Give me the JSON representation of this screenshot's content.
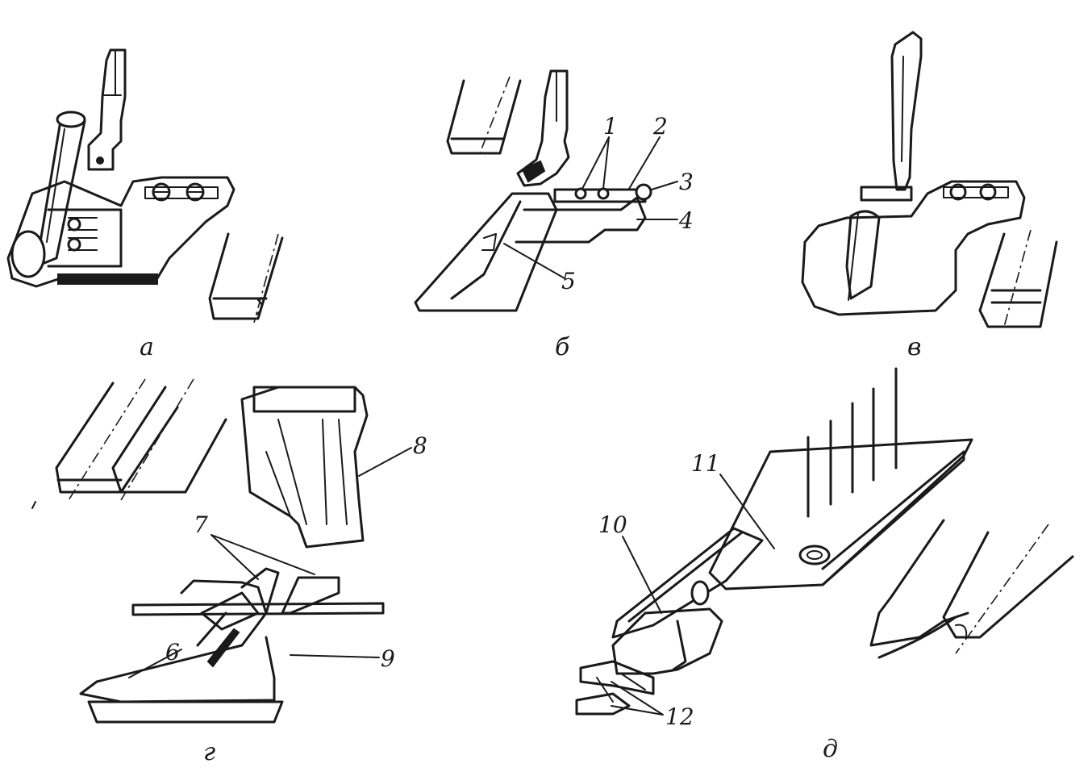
{
  "panels": {
    "a": {
      "label": "а"
    },
    "b": {
      "label": "б",
      "callouts": [
        "1",
        "2",
        "3",
        "4",
        "5"
      ]
    },
    "v": {
      "label": "в"
    },
    "g": {
      "label": "г",
      "callouts": [
        "6",
        "7",
        "8",
        "9"
      ]
    },
    "d": {
      "label": "д",
      "callouts": [
        "10",
        "11",
        "12"
      ]
    }
  }
}
